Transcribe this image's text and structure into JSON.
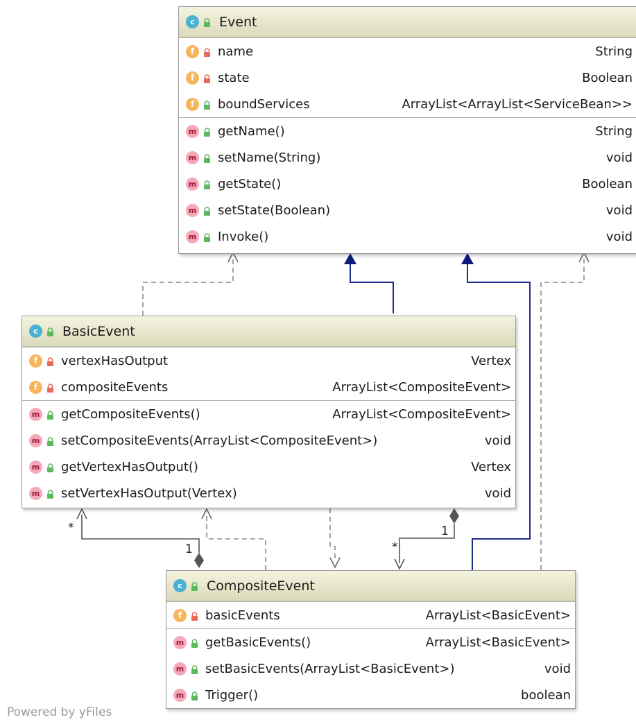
{
  "classes": {
    "event": {
      "name": "Event",
      "fields": [
        {
          "name": "name",
          "type": "String",
          "visibility": "private"
        },
        {
          "name": "state",
          "type": "Boolean",
          "visibility": "private"
        },
        {
          "name": "boundServices",
          "type": "ArrayList<ArrayList<ServiceBean>>",
          "visibility": "public"
        }
      ],
      "methods": [
        {
          "name": "getName()",
          "type": "String"
        },
        {
          "name": "setName(String)",
          "type": "void"
        },
        {
          "name": "getState()",
          "type": "Boolean"
        },
        {
          "name": "setState(Boolean)",
          "type": "void"
        },
        {
          "name": "Invoke()",
          "type": "void"
        }
      ]
    },
    "basic_event": {
      "name": "BasicEvent",
      "fields": [
        {
          "name": "vertexHasOutput",
          "type": "Vertex",
          "visibility": "private"
        },
        {
          "name": "compositeEvents",
          "type": "ArrayList<CompositeEvent>",
          "visibility": "private"
        }
      ],
      "methods": [
        {
          "name": "getCompositeEvents()",
          "type": "ArrayList<CompositeEvent>"
        },
        {
          "name": "setCompositeEvents(ArrayList<CompositeEvent>)",
          "type": "void"
        },
        {
          "name": "getVertexHasOutput()",
          "type": "Vertex"
        },
        {
          "name": "setVertexHasOutput(Vertex)",
          "type": "void"
        }
      ]
    },
    "composite_event": {
      "name": "CompositeEvent",
      "fields": [
        {
          "name": "basicEvents",
          "type": "ArrayList<BasicEvent>",
          "visibility": "private"
        }
      ],
      "methods": [
        {
          "name": "getBasicEvents()",
          "type": "ArrayList<BasicEvent>"
        },
        {
          "name": "setBasicEvents(ArrayList<BasicEvent>)",
          "type": "void"
        },
        {
          "name": "Trigger()",
          "type": "boolean"
        }
      ]
    }
  },
  "badges": {
    "class": "c",
    "field": "f",
    "method": "m"
  },
  "multiplicities": {
    "many": "*",
    "one": "1"
  },
  "footer": "Powered by yFiles",
  "colors": {
    "header_top": "#f4f3df",
    "header_bottom": "#dcdabb",
    "class_badge": "#4ab1d3",
    "field_badge": "#f7b55c",
    "method_badge": "#f5a8b8",
    "public_lock": "#5cb85c",
    "private_lock": "#e86a5a",
    "inheritance_edge": "#1f2a8a",
    "dependency_edge": "#888888"
  }
}
